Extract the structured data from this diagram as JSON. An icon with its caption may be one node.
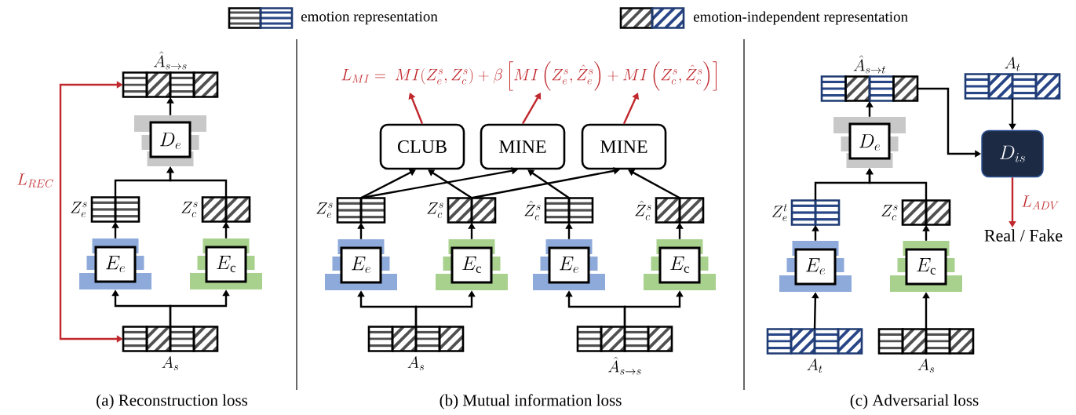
{
  "diagram": {
    "nodes": [
      {
        "text": [
          "\\hat{A}_{s\\to s}"
        ]
      },
      {
        "text": [
          "D_e"
        ]
      },
      {
        "text": [
          "Z_e^s"
        ]
      },
      {
        "text": [
          "Z_c^s"
        ]
      },
      {
        "text": [
          "E_e"
        ]
      },
      {
        "text": [
          "E_{\\mathrm{c}}"
        ]
      },
      {
        "text": [
          "A_s"
        ]
      },
      {
        "text": [
          "L_{MI} =\\ MI(Z_e^s,Z_c^s)+\\beta\\left[MI\\left(Z_e^s,\\hat{Z}_e^s\\right)+MI\\left(Z_c^s,\\hat{Z}_c^s\\right)\\right]"
        ]
      },
      {
        "text": [
          "CLUB"
        ]
      },
      {
        "text": [
          "MINE"
        ]
      },
      {
        "text": [
          "MINE"
        ]
      },
      {
        "text": [
          "Z_e^s"
        ]
      },
      {
        "text": [
          "Z_c^s"
        ]
      },
      {
        "text": [
          "\\hat{Z}_e^s"
        ]
      },
      {
        "text": [
          "\\hat{Z}_c^s"
        ]
      },
      {
        "text": [
          "E_e"
        ]
      },
      {
        "text": [
          "E_{\\mathrm{c}}"
        ]
      },
      {
        "text": [
          "E_e"
        ]
      },
      {
        "text": [
          "E_{\\mathrm{c}}"
        ]
      },
      {
        "text": [
          "A_s"
        ]
      },
      {
        "text": [
          "\\hat{A}_{s\\to s}"
        ]
      },
      {
        "text": [
          "\\hat{A}_{s\\to t}"
        ]
      },
      {
        "text": [
          "A_t"
        ]
      },
      {
        "text": [
          "D_e"
        ]
      },
      {
        "text": [
          "D_{is}"
        ]
      },
      {
        "text": [
          "Real / Fake"
        ]
      },
      {
        "text": [
          "Z_e^t"
        ]
      },
      {
        "text": [
          "Z_c^s"
        ]
      },
      {
        "text": [
          "E_e"
        ]
      },
      {
        "text": [
          "E_{\\mathrm{c}}"
        ]
      },
      {
        "text": [
          "A_t"
        ]
      },
      {
        "text": [
          "A_s"
        ]
      }
    ],
    "edges": [
      {
        "from": 6,
        "to": 4,
        "arrow": "to"
      },
      {
        "from": 6,
        "to": 5,
        "arrow": "to"
      },
      {
        "from": 4,
        "to": 2,
        "arrow": "to"
      },
      {
        "from": 5,
        "to": 3,
        "arrow": "to"
      },
      {
        "from": 2,
        "to": 1,
        "arrow": "to"
      },
      {
        "from": 3,
        "to": 1,
        "arrow": "to"
      },
      {
        "from": 1,
        "to": 0,
        "arrow": "to"
      },
      {
        "from": 6,
        "to": 0,
        "arrow": "both",
        "label": "L_{REC}",
        "color": "#c0282d"
      },
      {
        "from": 19,
        "to": 15,
        "arrow": "to"
      },
      {
        "from": 19,
        "to": 16,
        "arrow": "to"
      },
      {
        "from": 20,
        "to": 17,
        "arrow": "to"
      },
      {
        "from": 20,
        "to": 18,
        "arrow": "to"
      },
      {
        "from": 15,
        "to": 11,
        "arrow": "to"
      },
      {
        "from": 16,
        "to": 12,
        "arrow": "to"
      },
      {
        "from": 17,
        "to": 13,
        "arrow": "to"
      },
      {
        "from": 18,
        "to": 14,
        "arrow": "to"
      },
      {
        "from": 11,
        "to": 8,
        "arrow": "to"
      },
      {
        "from": 12,
        "to": 8,
        "arrow": "to"
      },
      {
        "from": 11,
        "to": 9,
        "arrow": "to"
      },
      {
        "from": 13,
        "to": 9,
        "arrow": "to"
      },
      {
        "from": 12,
        "to": 10,
        "arrow": "to"
      },
      {
        "from": 14,
        "to": 10,
        "arrow": "to"
      },
      {
        "from": 8,
        "to": 7,
        "arrow": "to",
        "color": "#c0282d"
      },
      {
        "from": 9,
        "to": 7,
        "arrow": "to",
        "color": "#c0282d"
      },
      {
        "from": 10,
        "to": 7,
        "arrow": "to",
        "color": "#c0282d"
      },
      {
        "from": 30,
        "to": 28,
        "arrow": "to"
      },
      {
        "from": 31,
        "to": 29,
        "arrow": "to"
      },
      {
        "from": 28,
        "to": 26,
        "arrow": "to"
      },
      {
        "from": 29,
        "to": 27,
        "arrow": "to"
      },
      {
        "from": 26,
        "to": 23,
        "arrow": "to"
      },
      {
        "from": 27,
        "to": 23,
        "arrow": "to"
      },
      {
        "from": 23,
        "to": 21,
        "arrow": "to"
      },
      {
        "from": 21,
        "to": 24,
        "arrow": "to"
      },
      {
        "from": 22,
        "to": 24,
        "arrow": "to"
      },
      {
        "from": 24,
        "to": 25,
        "arrow": "to",
        "label": "L_{ADV}",
        "color": "#c0282d"
      }
    ],
    "labels": [
      "(a) Reconstruction loss",
      "(b) Mutual information loss",
      "(c) Adversarial loss"
    ],
    "legend": [
      {
        "text": "emotion representation"
      },
      {
        "text": "emotion-independent representation"
      }
    ]
  }
}
